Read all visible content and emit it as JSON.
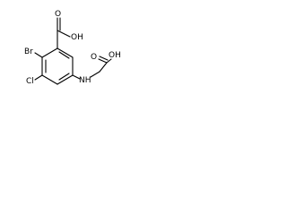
{
  "molecule": {
    "labels": {
      "bromine": "Br",
      "chlorine": "Cl",
      "acid_oh_top": "OH",
      "acid_o_top": "O",
      "amine": "NH",
      "acid_o_side": "O",
      "acid_oh_side": "OH"
    },
    "colors": {
      "bond": "#000000",
      "text": "#000000",
      "background": "#ffffff"
    }
  }
}
